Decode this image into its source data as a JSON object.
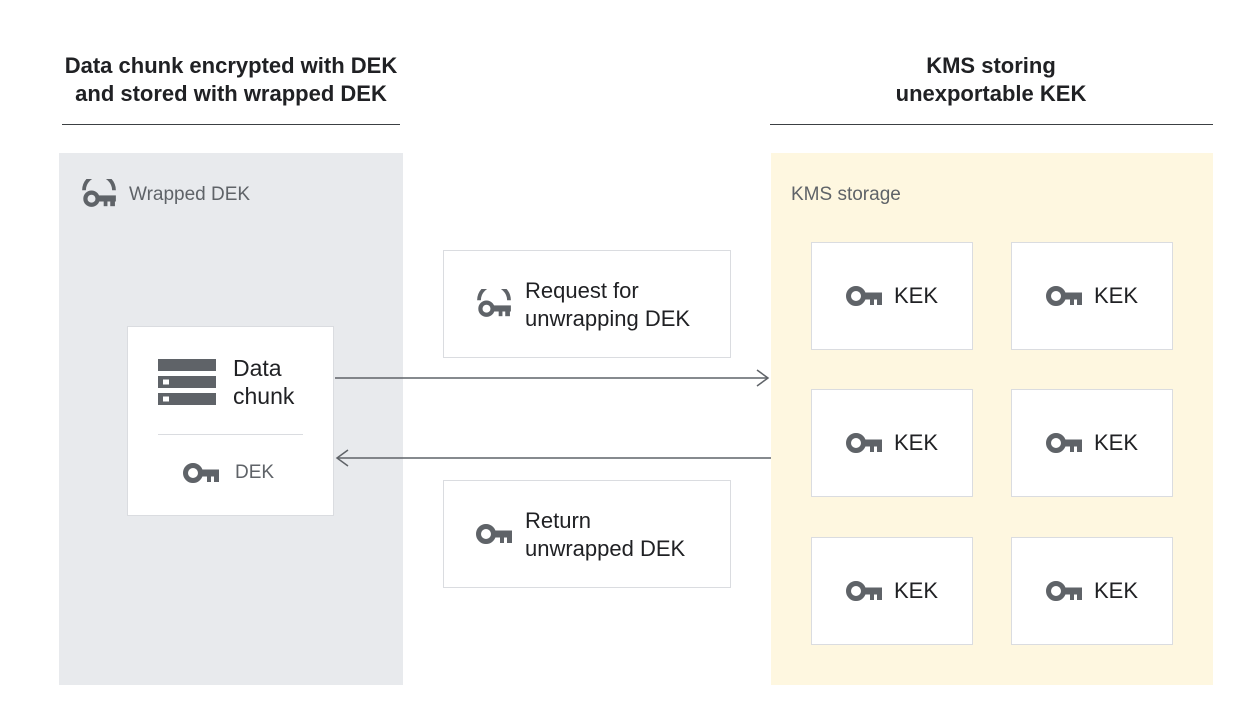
{
  "left_section": {
    "heading_line1": "Data chunk encrypted with DEK",
    "heading_line2": "and stored with wrapped DEK",
    "panel_label": "Wrapped DEK",
    "data_chunk_line1": "Data",
    "data_chunk_line2": "chunk",
    "dek_label": "DEK"
  },
  "right_section": {
    "heading_line1": "KMS storing",
    "heading_line2": "unexportable KEK",
    "panel_label": "KMS storage",
    "kek_labels": [
      "KEK",
      "KEK",
      "KEK",
      "KEK",
      "KEK",
      "KEK"
    ]
  },
  "messages": {
    "request_line1": "Request for",
    "request_line2": "unwrapping DEK",
    "return_line1": "Return",
    "return_line2": "unwrapped DEK"
  },
  "colors": {
    "icon": "#5f6368",
    "left_panel": "#e8eaed",
    "right_panel": "#fef7e0"
  }
}
